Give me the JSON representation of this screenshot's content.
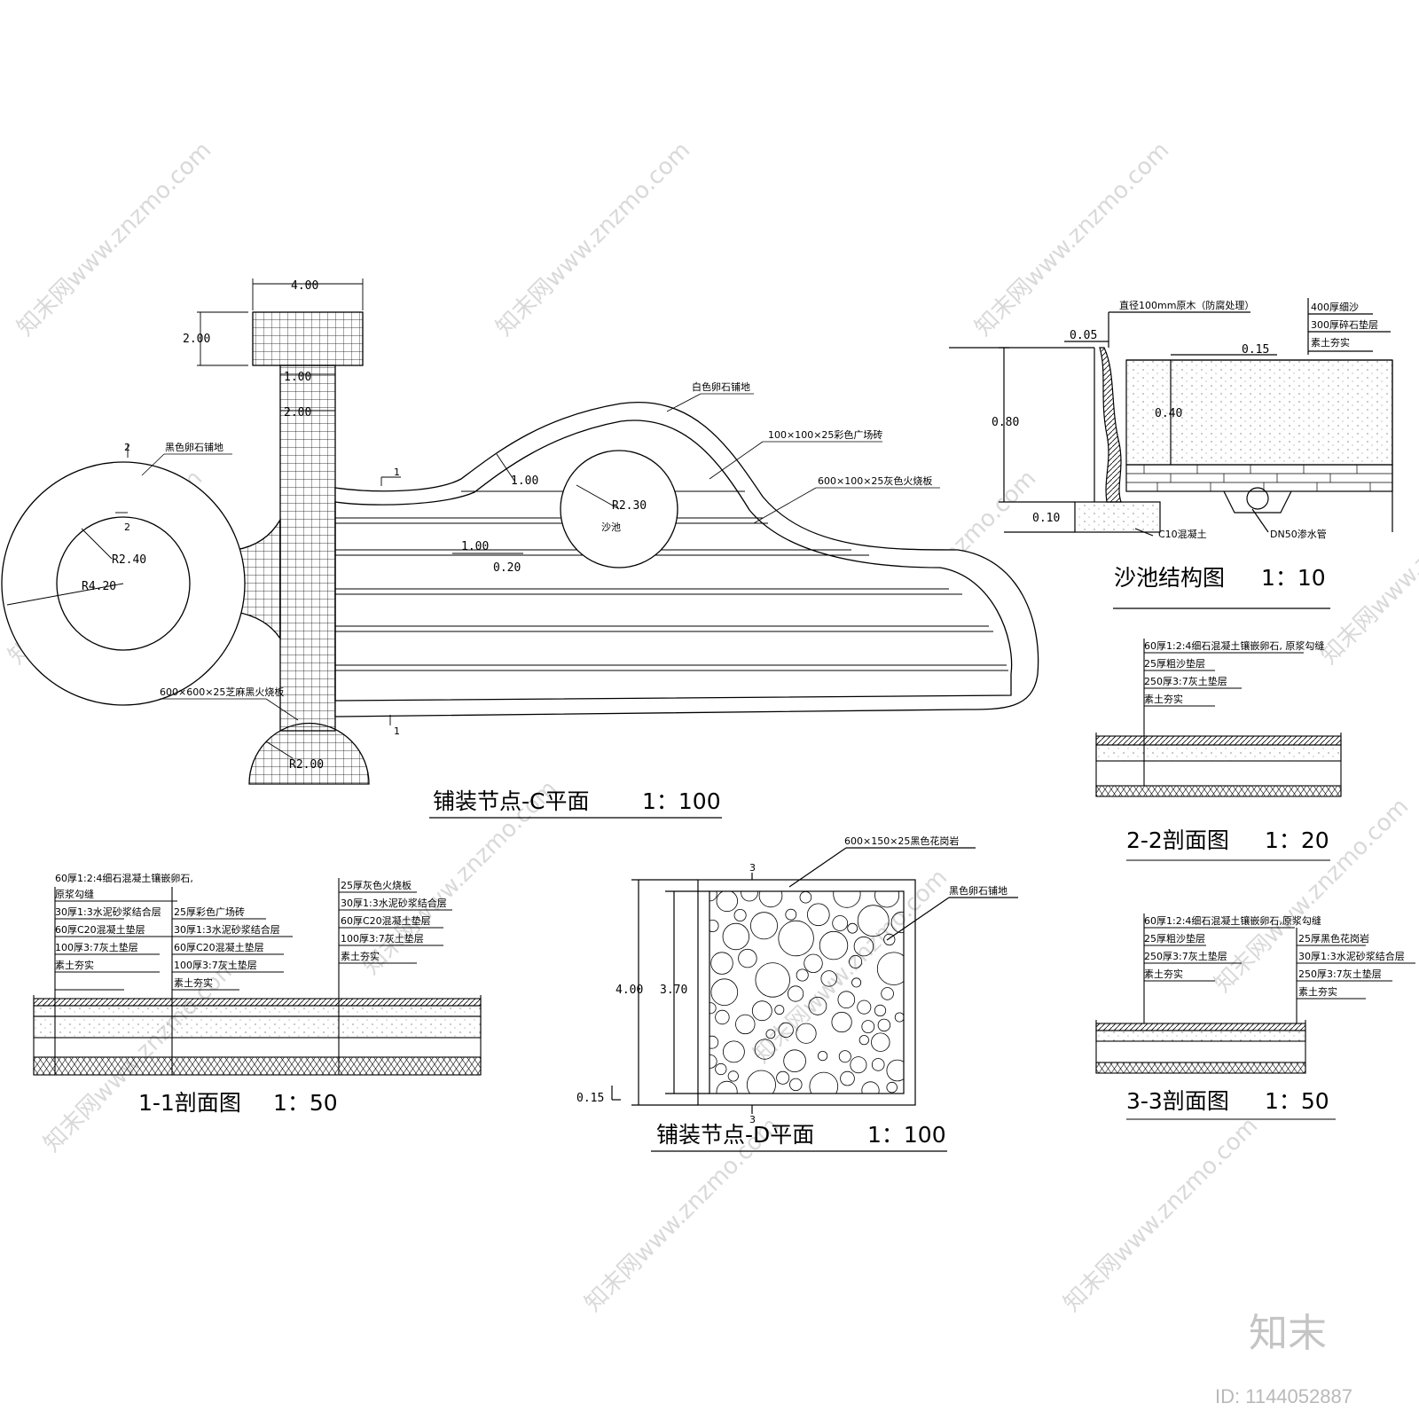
{
  "watermark": "知末网www.znzmo.com",
  "brand": "知末",
  "image_id": "ID: 1144052887",
  "plan_c": {
    "title": "铺装节点-C平面",
    "scale": "1：100",
    "dims": [
      "4.00",
      "2.00",
      "1.00",
      "2.00",
      "R2.40",
      "R4.20",
      "R2.30",
      "1.00",
      "1.00",
      "0.20",
      "R2.00"
    ],
    "labels": {
      "black_pebble": "黑色卵石铺地",
      "white_pebble": "白色卵石铺地",
      "plaza_brick": "100×100×25彩色广场砖",
      "grey_board": "600×100×25灰色火烧板",
      "sesame_board": "600×600×25芝麻黑火烧板",
      "sandpit": "沙池"
    },
    "marks": [
      "1",
      "1",
      "2",
      "2"
    ]
  },
  "sandpit_section": {
    "title": "沙池结构图",
    "scale": "1：10",
    "callouts": [
      "直径100mm原木（防腐处理）",
      "400厚细沙",
      "300厚碎石垫层",
      "素土夯实",
      "C10混凝土",
      "DN50渗水管"
    ],
    "dims": [
      "0.05",
      "0.15",
      "0.80",
      "0.40",
      "0.10"
    ]
  },
  "section_2_2": {
    "title": "2-2剖面图",
    "scale": "1：20",
    "layers": [
      "60厚1:2:4细石混凝土镶嵌卵石, 原浆勾缝",
      "25厚粗沙垫层",
      "250厚3:7灰土垫层",
      "素土夯实"
    ]
  },
  "section_3_3": {
    "title": "3-3剖面图",
    "scale": "1：50",
    "layers_left": [
      "60厚1:2:4细石混凝土镶嵌卵石,原浆勾缝",
      "25厚粗沙垫层",
      "250厚3:7灰土垫层",
      "素土夯实"
    ],
    "layers_right": [
      "25厚黑色花岗岩",
      "30厚1:3水泥砂浆结合层",
      "250厚3:7灰土垫层",
      "素土夯实"
    ]
  },
  "section_1_1": {
    "title": "1-1剖面图",
    "scale": "1：50",
    "col_a": [
      "60厚1:2:4细石混凝土镶嵌卵石,",
      "原浆勾缝",
      "30厚1:3水泥砂浆结合层",
      "60厚C20混凝土垫层",
      "100厚3:7灰土垫层",
      "素土夯实"
    ],
    "col_b": [
      "25厚彩色广场砖",
      "30厚1:3水泥砂浆结合层",
      "60厚C20混凝土垫层",
      "100厚3:7灰土垫层",
      "素土夯实"
    ],
    "col_c": [
      "25厚灰色火烧板",
      "30厚1:3水泥砂浆结合层",
      "60厚C20混凝土垫层",
      "100厚3:7灰土垫层",
      "素土夯实"
    ]
  },
  "plan_d": {
    "title": "铺装节点-D平面",
    "scale": "1：100",
    "labels": {
      "granite": "600×150×25黑色花岗岩",
      "black_pebble": "黑色卵石铺地"
    },
    "dims": [
      "4.00",
      "3.70",
      "0.15"
    ],
    "marks": [
      "3",
      "3"
    ]
  }
}
